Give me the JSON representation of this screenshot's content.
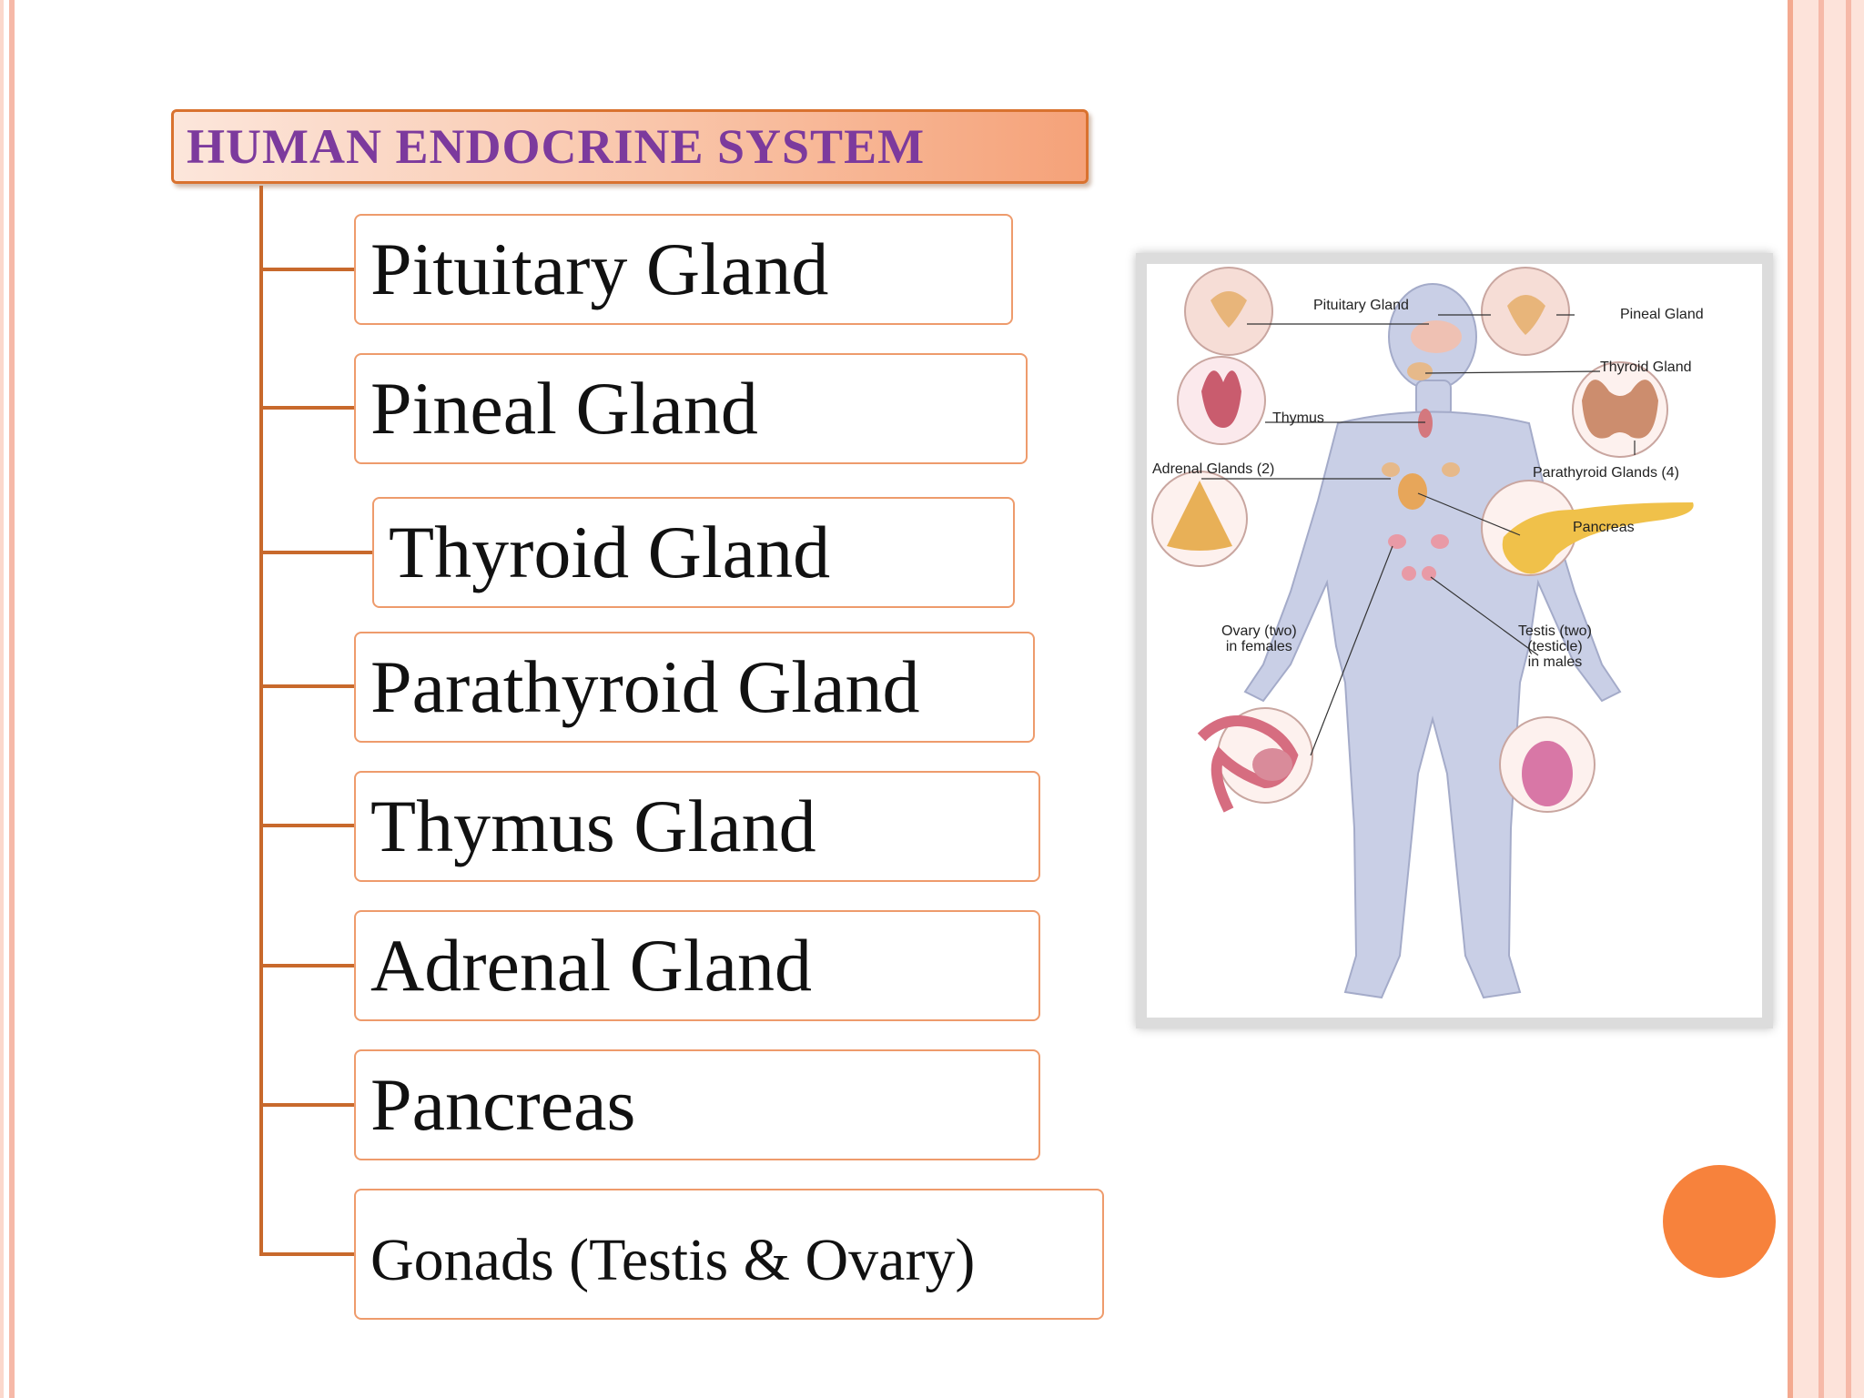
{
  "title": "HUMAN ENDOCRINE SYSTEM",
  "glands": [
    "Pituitary Gland",
    "Pineal Gland",
    "Thyroid Gland",
    "Parathyroid Gland",
    "Thymus Gland",
    "Adrenal Gland",
    "Pancreas",
    "Gonads (Testis & Ovary)"
  ],
  "figure": {
    "labels": {
      "pituitary": "Pituitary Gland",
      "pineal": "Pineal Gland",
      "thyroid": "Thyroid Gland",
      "thymus": "Thymus",
      "adrenal": "Adrenal Glands (2)",
      "parathyroid": "Parathyroid Glands (4)",
      "pancreas": "Pancreas",
      "ovary_line1": "Ovary (two)",
      "ovary_line2": "in females",
      "testis_line1": "Testis (two)",
      "testis_line2": "(testicle)",
      "testis_line3": "in males"
    }
  },
  "colors": {
    "title_text": "#7c3a9d",
    "connector": "#c8692c",
    "box_border": "#ee9b6c",
    "accent_circle": "#f7823c"
  }
}
